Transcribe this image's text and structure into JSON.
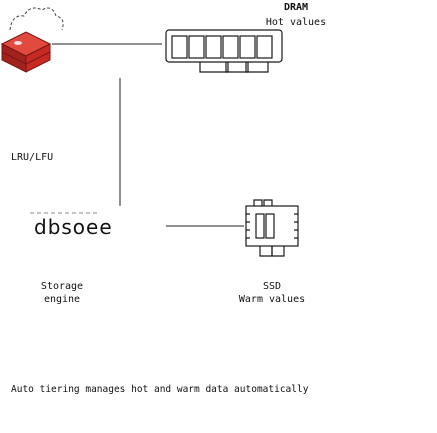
{
  "dram": {
    "title": "DRAM",
    "subtitle": "Hot values"
  },
  "policy_label": "LRU/LFU",
  "storage_engine": {
    "logo_text": "dbsoee",
    "label_line1": "Storage",
    "label_line2": "engine"
  },
  "ssd": {
    "title": "SSD",
    "subtitle": "Warm values"
  },
  "footer": "Auto tiering manages hot and warm data automatically",
  "colors": {
    "redis_red": "#d8302a",
    "redis_dark": "#a3211c",
    "line": "#222222"
  },
  "icons": [
    "redis-logo-icon",
    "cloud-icon",
    "memory-chip-icon",
    "ssd-drive-icon"
  ]
}
